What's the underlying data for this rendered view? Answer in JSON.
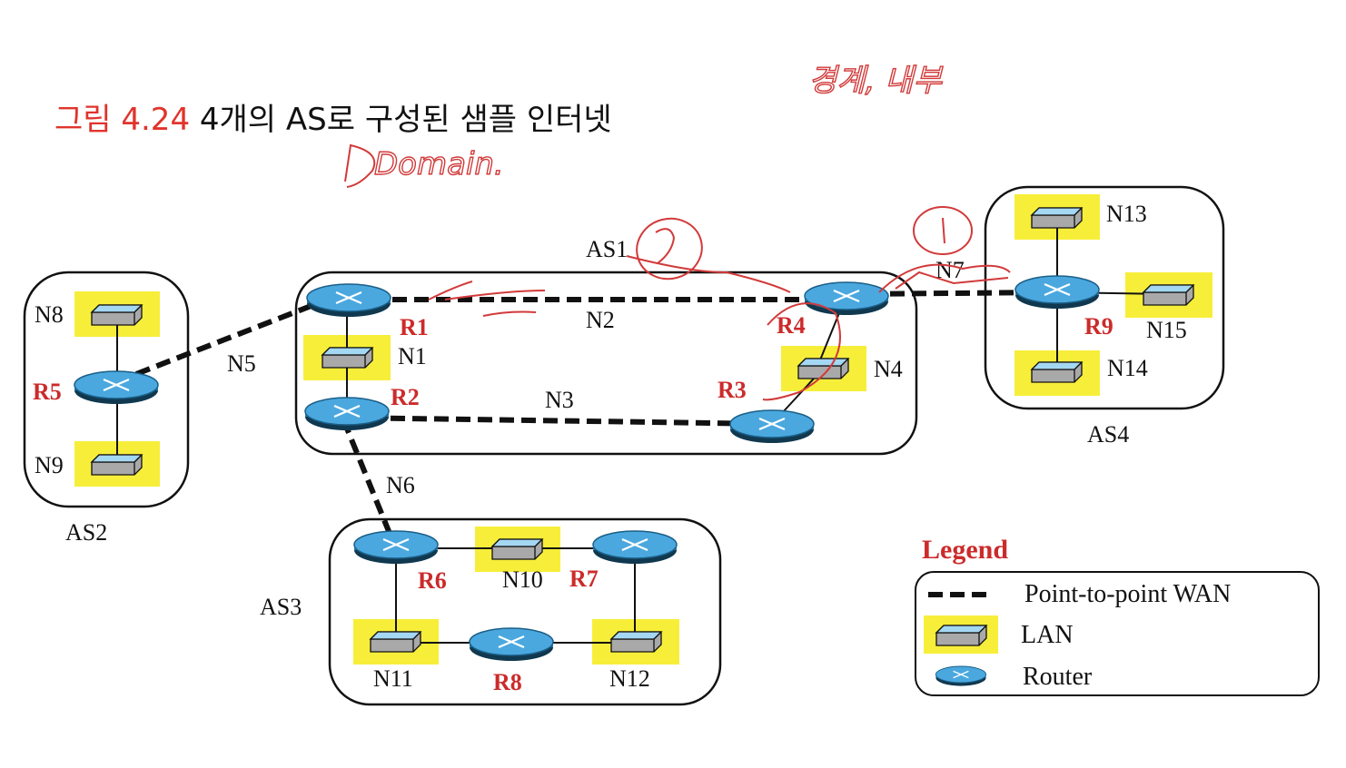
{
  "title": {
    "figure_number": "그림 4.24",
    "text": "4개의 AS로 구성된 샘플 인터넷"
  },
  "annotations": {
    "handwritten_top": "경계, 내부",
    "handwritten_domain": "Domain."
  },
  "as_labels": {
    "as1": "AS1",
    "as2": "AS2",
    "as3": "AS3",
    "as4": "AS4"
  },
  "routers": {
    "r1": "R1",
    "r2": "R2",
    "r3": "R3",
    "r4": "R4",
    "r5": "R5",
    "r6": "R6",
    "r7": "R7",
    "r8": "R8",
    "r9": "R9"
  },
  "networks": {
    "n1": "N1",
    "n2": "N2",
    "n3": "N3",
    "n4": "N4",
    "n5": "N5",
    "n6": "N6",
    "n7": "N7",
    "n8": "N8",
    "n9": "N9",
    "n10": "N10",
    "n11": "N11",
    "n12": "N12",
    "n13": "N13",
    "n14": "N14",
    "n15": "N15"
  },
  "legend": {
    "title": "Legend",
    "wan": "Point-to-point WAN",
    "lan": "LAN",
    "router": "Router"
  },
  "colors": {
    "router": "#4aa8df",
    "lan_highlight": "#f7ee3a",
    "wan": "#111111",
    "router_label": "#cc2b2b",
    "title_accent": "#e0342c",
    "annotation": "#d23a3a"
  }
}
